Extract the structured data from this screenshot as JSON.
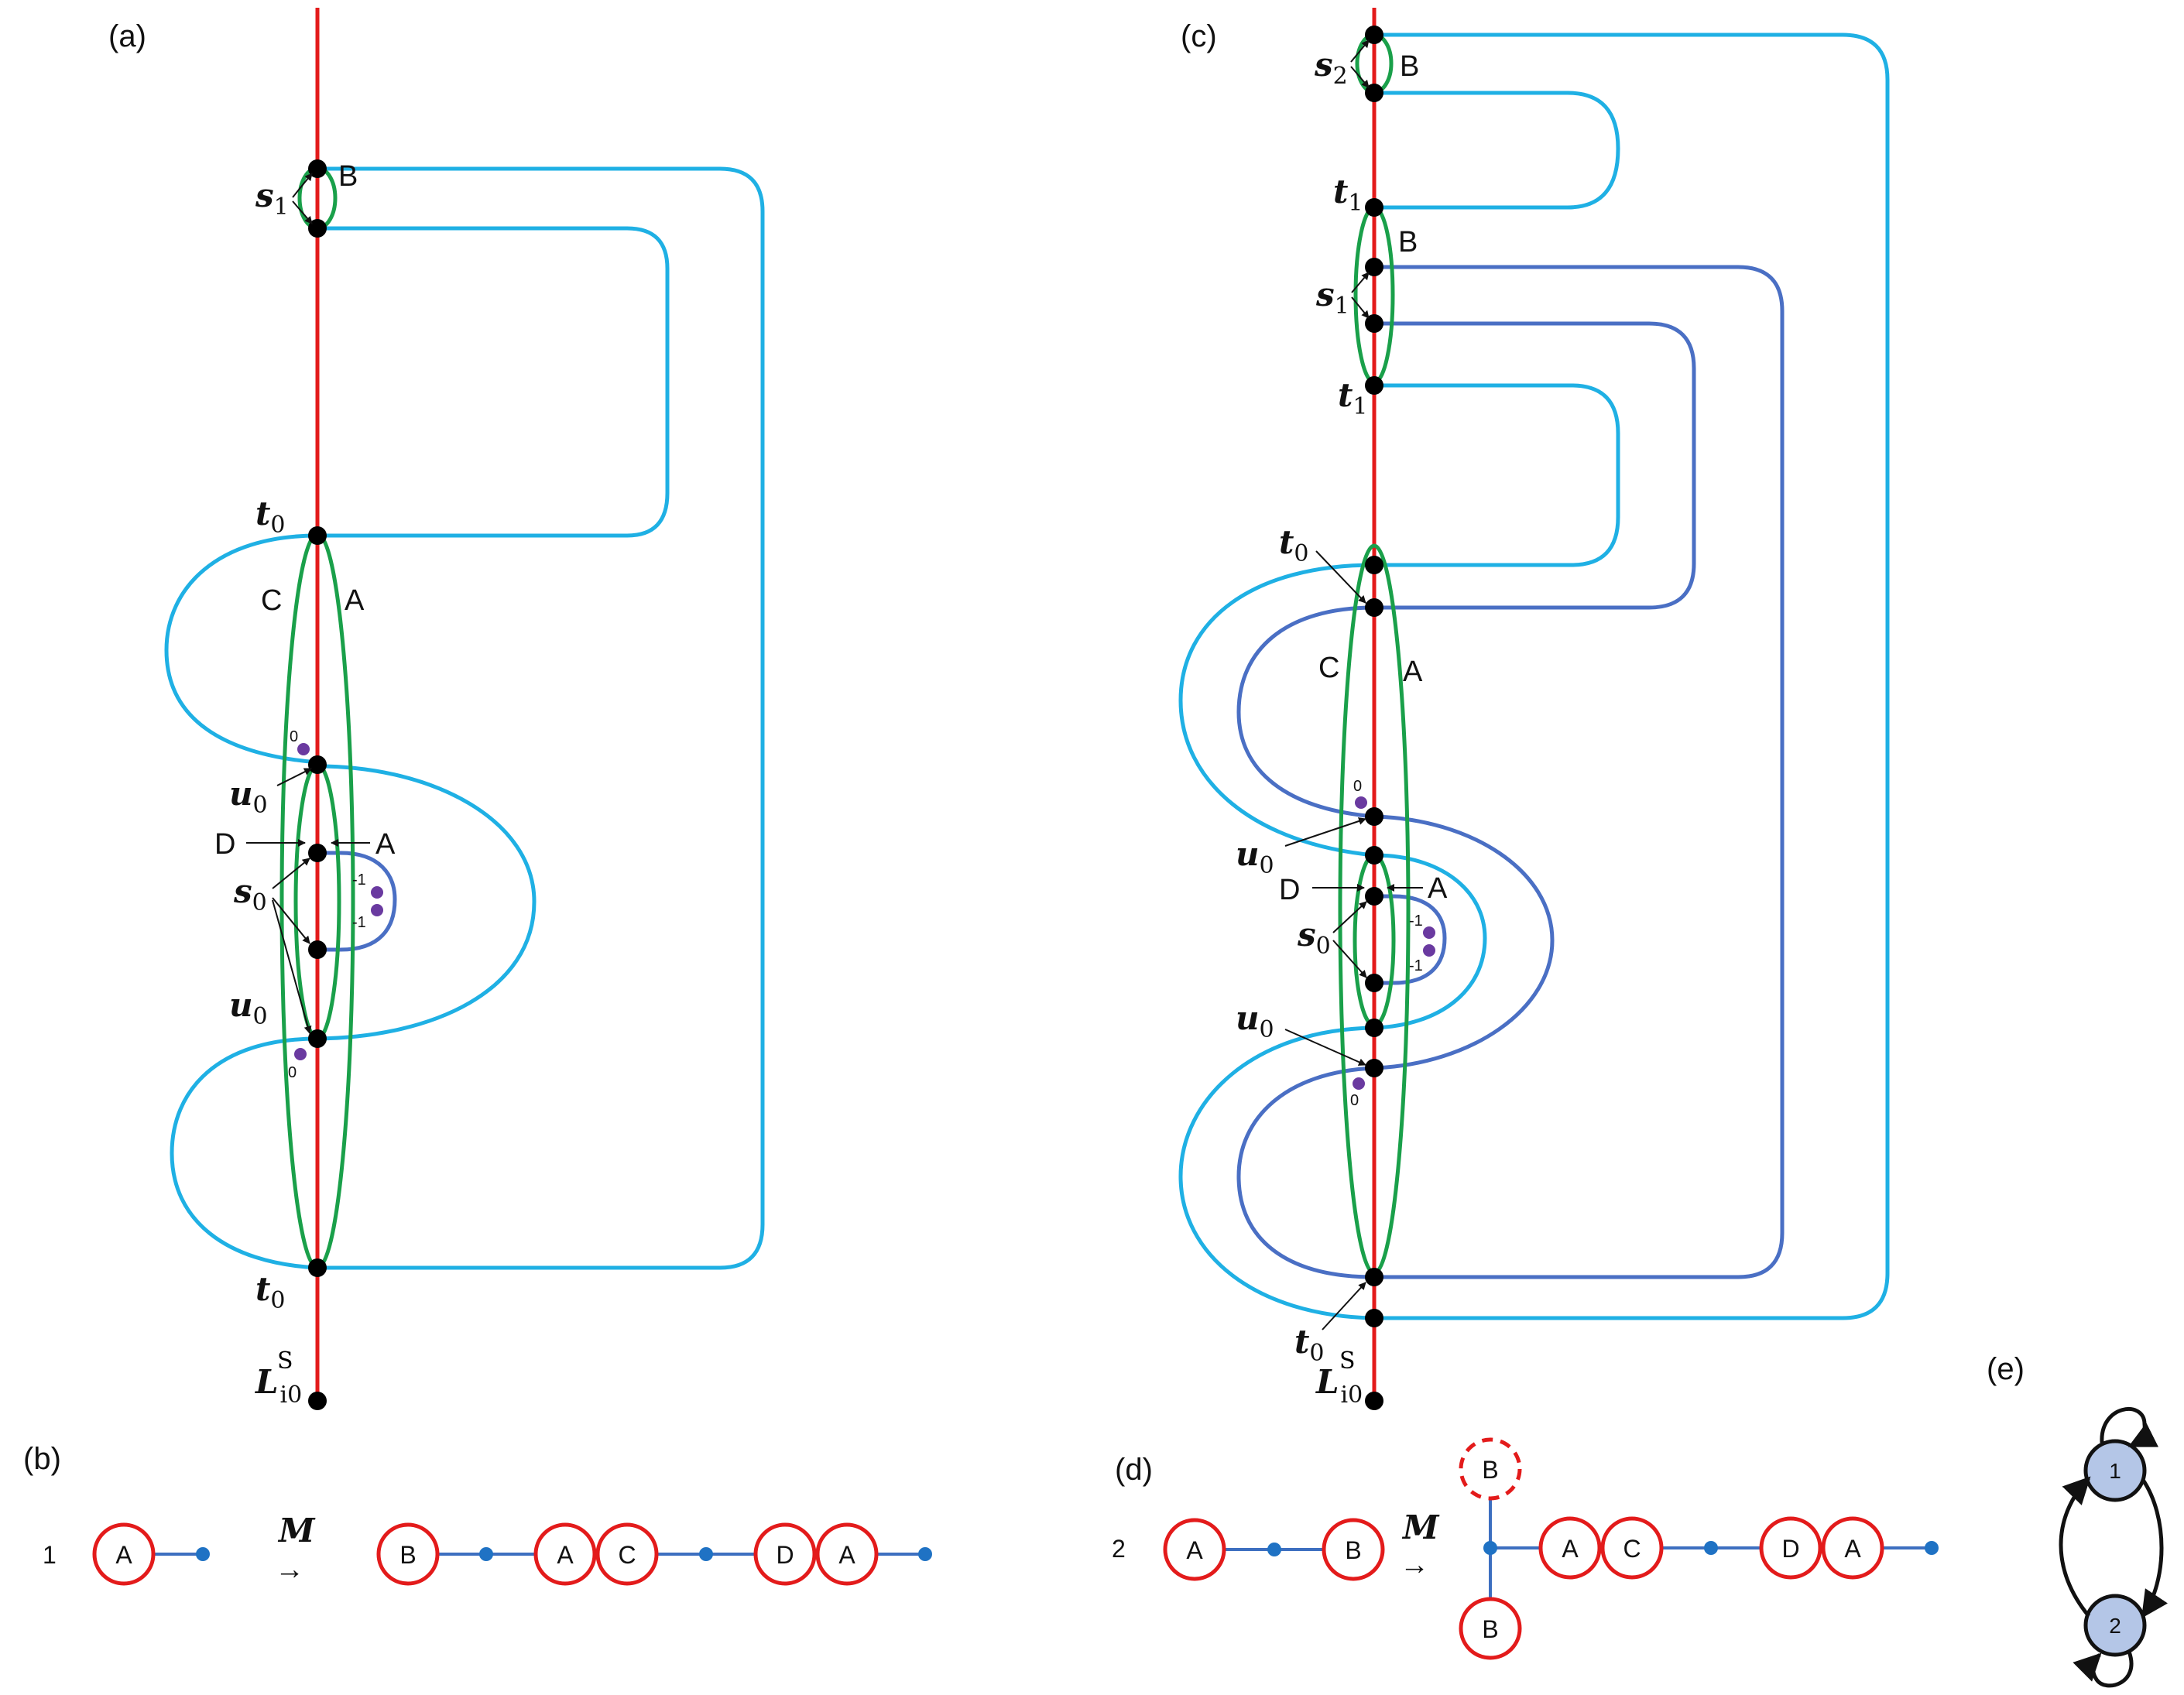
{
  "panels": {
    "a": "(a)",
    "b": "(b)",
    "c": "(c)",
    "d": "(d)",
    "e": "(e)"
  },
  "labels": {
    "s1": "s",
    "s1_sub": "1",
    "s2": "s",
    "s2_sub": "2",
    "t0": "t",
    "t0_sub": "0",
    "t1": "t",
    "t1_sub": "1",
    "u0": "u",
    "u0_sub": "0",
    "s0": "s",
    "s0_sub": "0",
    "L": "L",
    "L_sup": "S",
    "L_sub": "i0"
  },
  "regions": {
    "A": "A",
    "B": "B",
    "C": "C",
    "D": "D"
  },
  "marks": {
    "zero": "0",
    "minus_one": "-1"
  },
  "rows": {
    "b_index": "1",
    "d_index": "2",
    "map_label": "M",
    "map_arrow": "→"
  },
  "nodes": {
    "b_left": [
      "A"
    ],
    "b_right": [
      "B",
      "A",
      "C",
      "D",
      "A"
    ],
    "d_left": [
      "A",
      "B"
    ],
    "d_top": "B",
    "d_bottom": "B",
    "d_right": [
      "A",
      "C",
      "D",
      "A"
    ]
  },
  "states": {
    "one": "1",
    "two": "2"
  },
  "colors": {
    "axis": "#e31b1b",
    "green": "#1aa04a",
    "cyan": "#1fb0e4",
    "blue": "#4a6fc4",
    "state_fill": "#b4c6e7"
  }
}
